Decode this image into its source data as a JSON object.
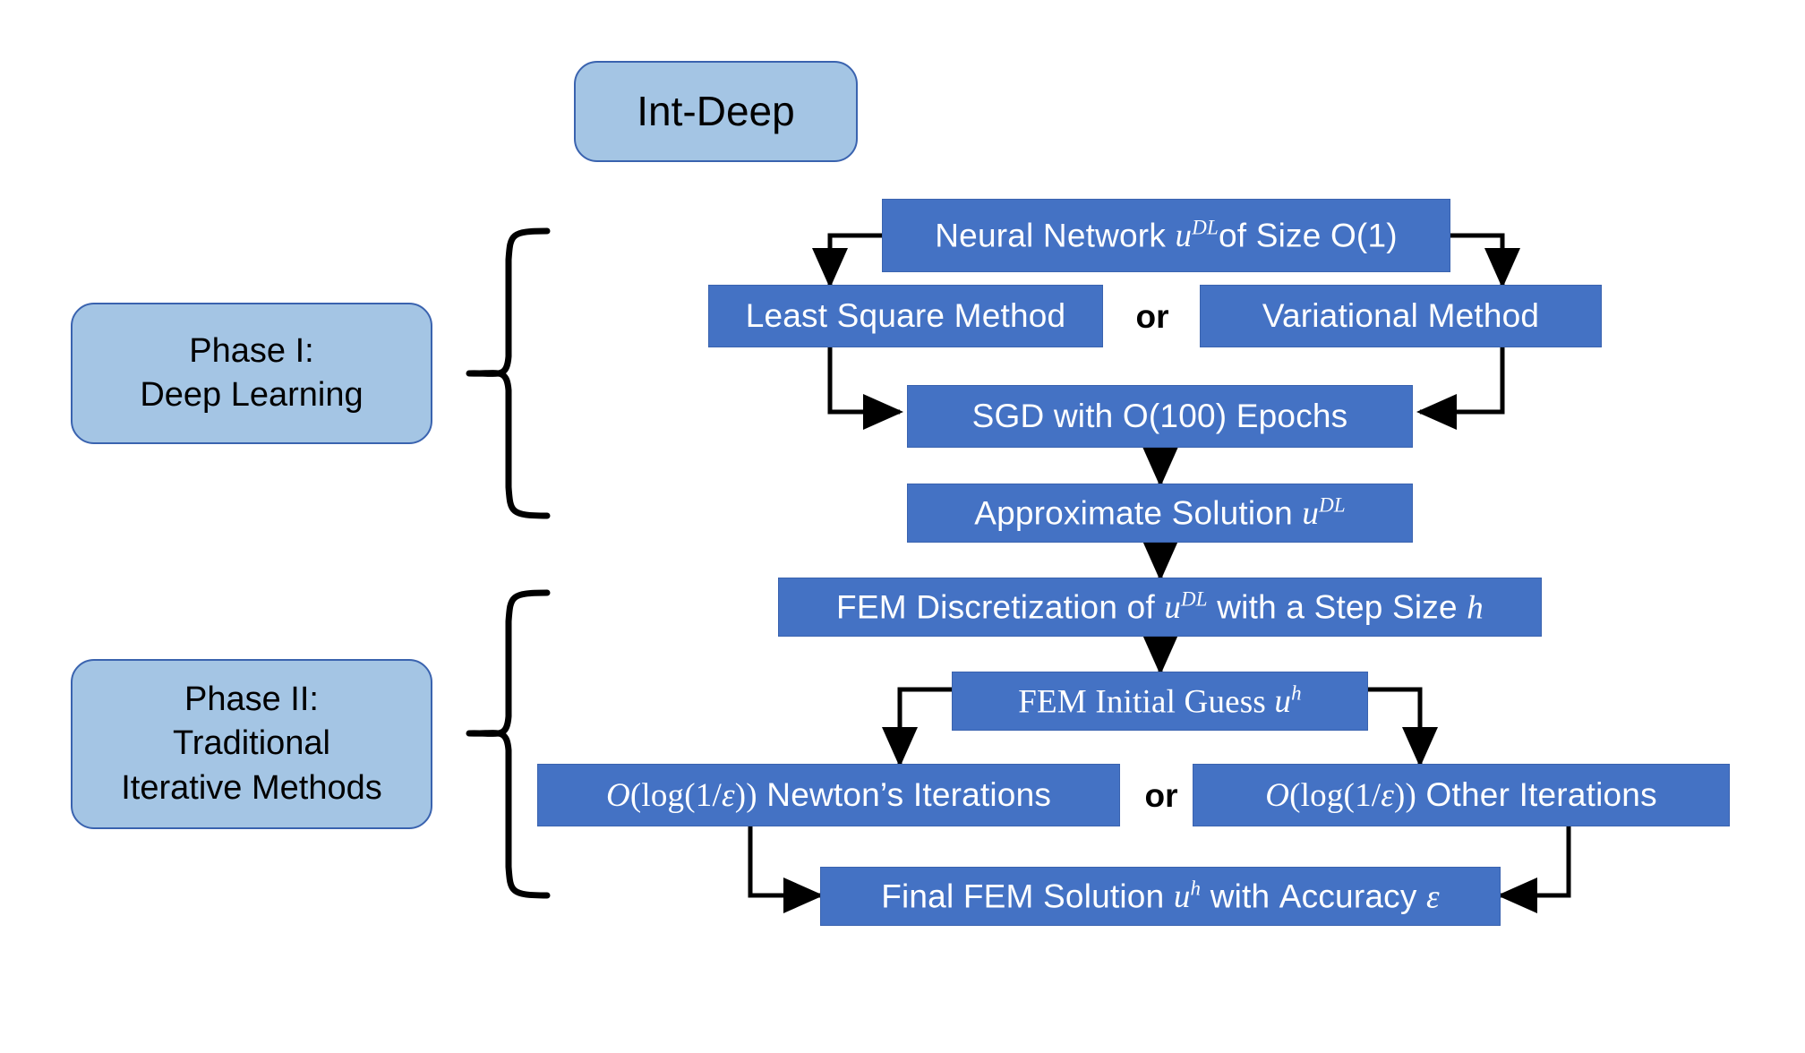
{
  "diagram": {
    "title": "Int-Deep",
    "type": "flowchart",
    "colors": {
      "process_fill": "#4472C4",
      "process_border": "#3A63AF",
      "group_fill": "#A4C5E4",
      "group_border": "#3A63AF",
      "text_on_process": "#FFFFFF",
      "text_on_group": "#000000",
      "connector": "#000000",
      "background": "#FFFFFF"
    },
    "root": {
      "label": "Int-Deep"
    },
    "phases": [
      {
        "id": "phase-1",
        "lines": [
          "Phase I:",
          "Deep Learning"
        ]
      },
      {
        "id": "phase-2",
        "lines": [
          "Phase II:",
          "Traditional",
          "Iterative Methods"
        ]
      }
    ],
    "nodes": [
      {
        "id": "neural-network",
        "label": "Neural Network u^{DL} of Size O(1)"
      },
      {
        "id": "least-square-method",
        "label": "Least Square Method"
      },
      {
        "id": "variational-method",
        "label": "Variational Method"
      },
      {
        "id": "sgd",
        "label": "SGD with O(100) Epochs"
      },
      {
        "id": "approximate-solution",
        "label": "Approximate Solution u^{DL}"
      },
      {
        "id": "fem-discretization",
        "label": "FEM Discretization of u^{DL} with a Step Size h"
      },
      {
        "id": "fem-initial-guess",
        "label": "FEM Initial Guess u^{h}"
      },
      {
        "id": "newton-iterations",
        "label": "O(log(1/ε)) Newton’s Iterations"
      },
      {
        "id": "other-iterations",
        "label": "O(log(1/ε)) Other Iterations"
      },
      {
        "id": "final-fem-solution",
        "label": "Final FEM Solution u^{h} with Accuracy ε"
      }
    ],
    "connector_labels": {
      "or_top": "or",
      "or_bottom": "or"
    },
    "edges": [
      {
        "from": "neural-network",
        "to": "least-square-method"
      },
      {
        "from": "neural-network",
        "to": "variational-method"
      },
      {
        "from": "least-square-method",
        "to": "sgd"
      },
      {
        "from": "variational-method",
        "to": "sgd"
      },
      {
        "from": "sgd",
        "to": "approximate-solution"
      },
      {
        "from": "approximate-solution",
        "to": "fem-discretization"
      },
      {
        "from": "fem-discretization",
        "to": "fem-initial-guess"
      },
      {
        "from": "fem-initial-guess",
        "to": "newton-iterations"
      },
      {
        "from": "fem-initial-guess",
        "to": "other-iterations"
      },
      {
        "from": "newton-iterations",
        "to": "final-fem-solution"
      },
      {
        "from": "other-iterations",
        "to": "final-fem-solution"
      }
    ]
  }
}
